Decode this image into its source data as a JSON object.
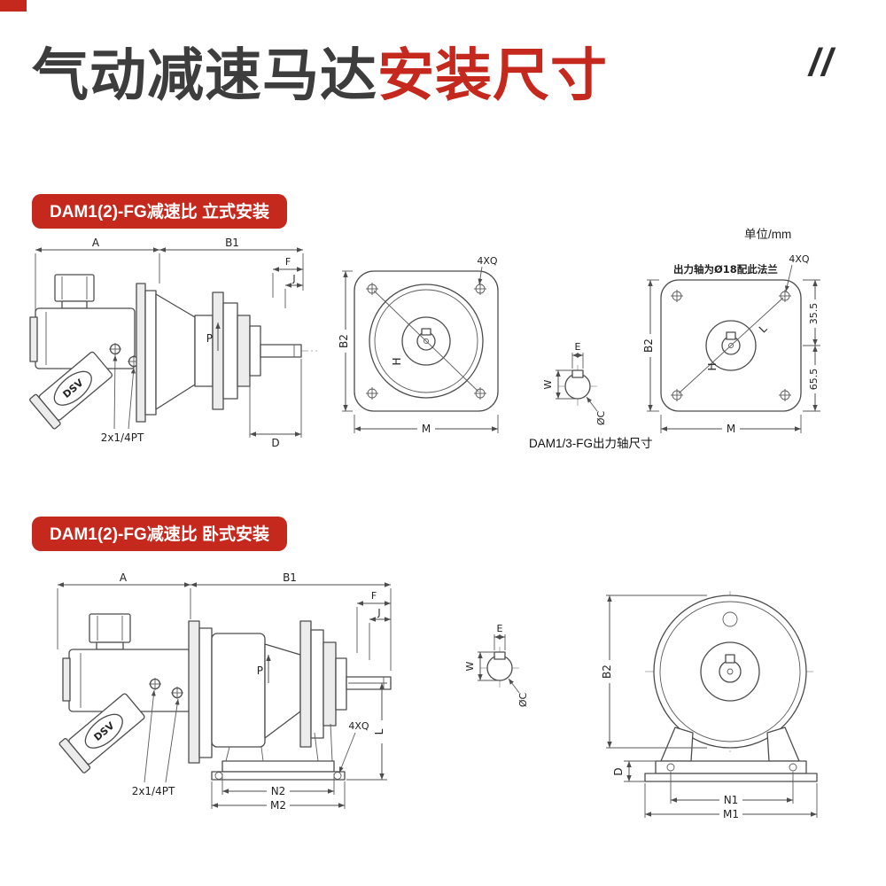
{
  "meta": {
    "accent": "#c5291d",
    "ink": "#3d3d3d"
  },
  "header": {
    "title_black": "气动减速马达",
    "title_red": "安装尺寸",
    "marks": "//"
  },
  "vertical": {
    "badge": "DAM1(2)-FG减速比 立式安装",
    "unit": "单位/mm",
    "side": {
      "a": "A",
      "b1": "B1",
      "f": "F",
      "j": "J",
      "p": "P",
      "d": "D",
      "port": "2x1/4PT",
      "brand": "DSV"
    },
    "flange": {
      "b2": "B2",
      "h": "H",
      "m": "M",
      "q": "4XQ"
    },
    "shaft": {
      "e": "E",
      "w": "W",
      "c": "ØC",
      "caption": "DAM1/3-FG出力轴尺寸"
    },
    "flange18": {
      "note": "出力轴为Ø18配此法兰",
      "q": "4XQ",
      "b2": "B2",
      "h": "H",
      "l": "L",
      "m": "M",
      "t": "35.5",
      "b": "65.5"
    }
  },
  "horizontal": {
    "badge": "DAM1(2)-FG减速比 卧式安装",
    "side": {
      "a": "A",
      "b1": "B1",
      "f": "F",
      "j": "J",
      "p": "P",
      "l": "L",
      "q": "4XQ",
      "n2": "N2",
      "m2": "M2",
      "port": "2x1/4PT",
      "brand": "DSV"
    },
    "shaft": {
      "e": "E",
      "w": "W",
      "c": "ØC"
    },
    "front": {
      "b2": "B2",
      "d": "D",
      "n1": "N1",
      "m1": "M1"
    }
  }
}
